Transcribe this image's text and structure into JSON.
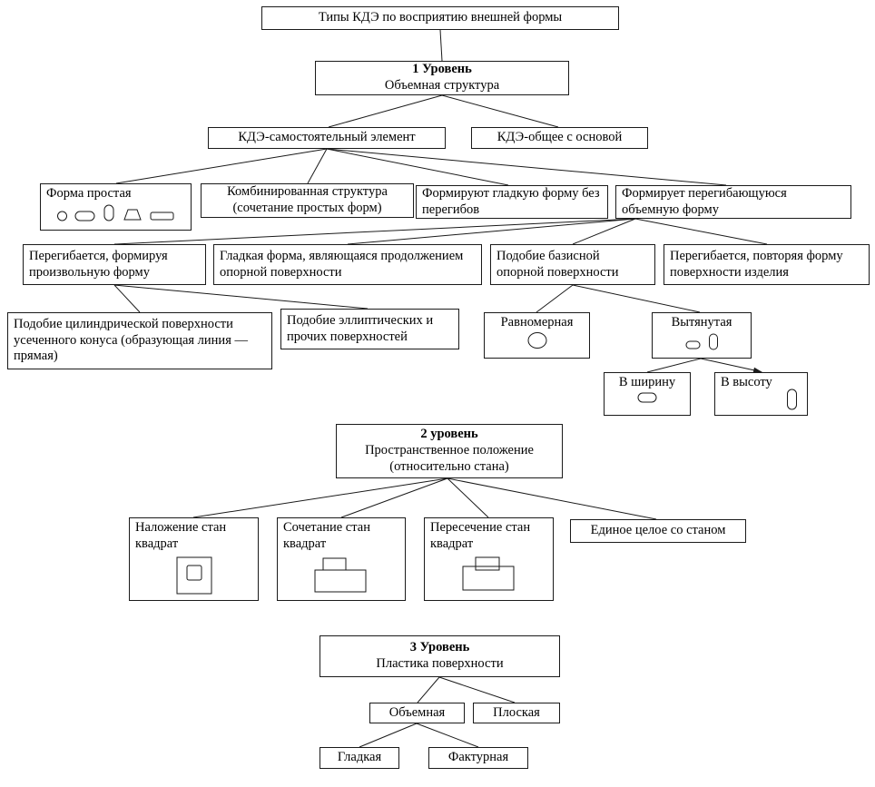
{
  "nodes": {
    "root": "Типы КДЭ по восприятию внешней формы",
    "level1_title": "1 Уровень",
    "level1_subtitle": "Объемная структура",
    "kde_self": "КДЭ-самостоятельный элемент",
    "kde_base": "КДЭ-общее с основой",
    "form_simple": "Форма простая",
    "combined": "Комбинированная структура (сочетание простых форм)",
    "smooth_no_bends": "Формируют гладкую форму без перегибов",
    "bending_volume": "Формирует перегибающуюся объемную форму",
    "bends_arbitrary": "Перегибается, формируя произвольную форму",
    "smooth_continuation": "Гладкая форма, являющаяся продолжением опорной поверхности",
    "similar_base": "Подобие базисной опорной поверхности",
    "bends_repeating": "Перегибается, повторяя форму поверхности изделия",
    "cylindrical": "Подобие цилиндрической поверхности усеченного конуса (образующая линия — прямая)",
    "elliptical": "Подобие эллиптических и прочих поверхностей",
    "uniform": "Равномерная",
    "elongated": "Вытянутая",
    "in_width": "В ширину",
    "in_height": "В высоту",
    "level2_title": "2 уровень",
    "level2_subtitle1": "Пространственное положение",
    "level2_subtitle2": "(относительно стана)",
    "overlay": "Наложение стан квадрат",
    "combination": "Сочетание стан квадрат",
    "intersection": "Пересечение стан квадрат",
    "whole": "Единое целое со станом",
    "level3_title": "3 Уровень",
    "level3_subtitle": "Пластика поверхности",
    "volumetric": "Объемная",
    "flat": "Плоская",
    "smooth": "Гладкая",
    "textured": "Фактурная"
  },
  "icons": {
    "form_simple": [
      "circle-icon",
      "flat-pill-icon",
      "tall-pill-icon",
      "trapezoid-icon",
      "flat-rect-icon"
    ],
    "uniform": "circle-icon",
    "elongated": [
      "flat-pill-icon",
      "tall-pill-icon"
    ],
    "in_width": "flat-pill-icon",
    "in_height": "tall-pill-icon",
    "overlay": "square-in-square-icon",
    "combination": "rect-on-rect-icon",
    "intersection": "rect-intersect-rect-icon"
  },
  "colors": {
    "border": "#1a1a1a",
    "background": "#ffffff",
    "text": "#000000"
  }
}
